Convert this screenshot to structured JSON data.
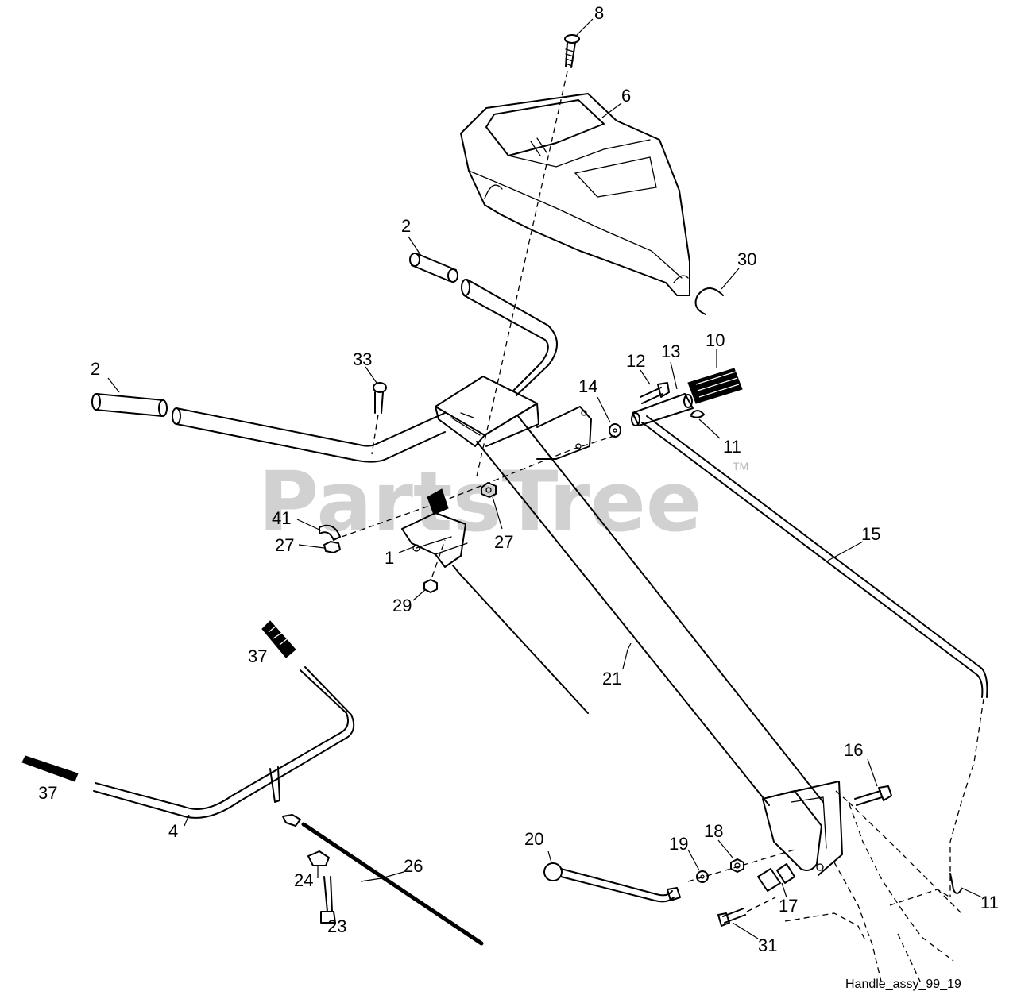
{
  "watermark": {
    "text": "PartsTree",
    "trademark": "TM"
  },
  "caption": "Handle_assy_99_19",
  "callouts": {
    "c8": "8",
    "c6": "6",
    "c2a": "2",
    "c30": "30",
    "c2b": "2",
    "c33": "33",
    "c12": "12",
    "c13": "13",
    "c10": "10",
    "c14": "14",
    "c11a": "11",
    "c41": "41",
    "c27a": "27",
    "c1": "1",
    "c27b": "27",
    "c29": "29",
    "c15": "15",
    "c37a": "37",
    "c21": "21",
    "c37b": "37",
    "c4": "4",
    "c16": "16",
    "c20": "20",
    "c19": "19",
    "c18": "18",
    "c26": "26",
    "c24": "24",
    "c17": "17",
    "c11b": "11",
    "c23": "23",
    "c31": "31"
  }
}
